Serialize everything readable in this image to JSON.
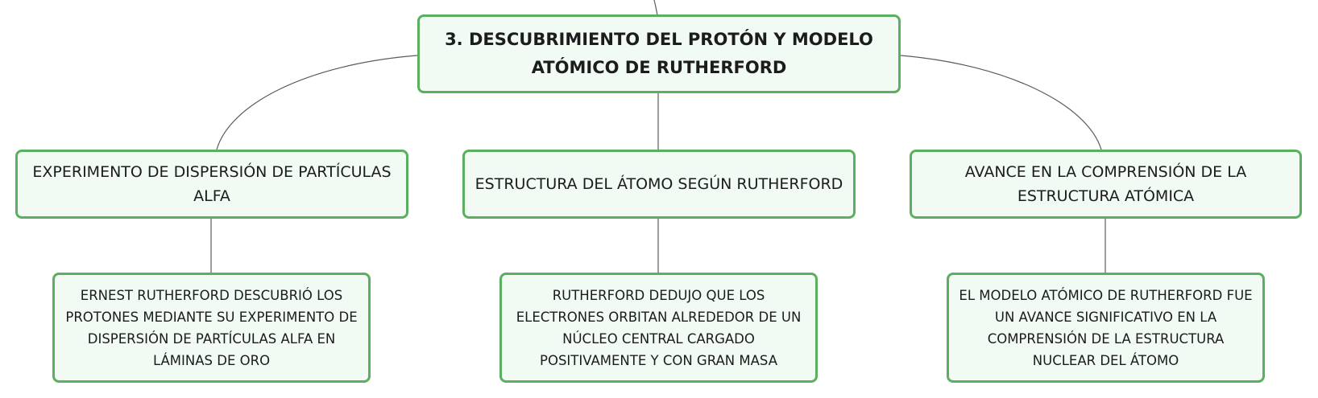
{
  "diagram": {
    "root": {
      "title": "3. DESCUBRIMIENTO DEL PROTÓN Y MODELO ATÓMICO DE RUTHERFORD"
    },
    "branches": [
      {
        "label": "EXPERIMENTO DE DISPERSIÓN DE PARTÍCULAS ALFA",
        "detail": "ERNEST RUTHERFORD DESCUBRIÓ LOS PROTONES MEDIANTE SU EXPERIMENTO DE DISPERSIÓN DE PARTÍCULAS ALFA EN LÁMINAS DE ORO"
      },
      {
        "label": "ESTRUCTURA DEL ÁTOMO SEGÚN RUTHERFORD",
        "detail": "RUTHERFORD DEDUJO QUE LOS ELECTRONES ORBITAN ALREDEDOR DE UN NÚCLEO CENTRAL CARGADO POSITIVAMENTE Y CON GRAN MASA"
      },
      {
        "label": "AVANCE EN LA COMPRENSIÓN DE LA ESTRUCTURA ATÓMICA",
        "detail": "EL MODELO ATÓMICO DE RUTHERFORD FUE UN AVANCE SIGNIFICATIVO EN LA COMPRENSIÓN DE LA ESTRUCTURA NUCLEAR DEL ÁTOMO"
      }
    ]
  },
  "colors": {
    "node_border": "#5bb060",
    "node_fill": "#f2faf4",
    "connector": "#5a5a5a",
    "text": "#1c1c1c"
  }
}
